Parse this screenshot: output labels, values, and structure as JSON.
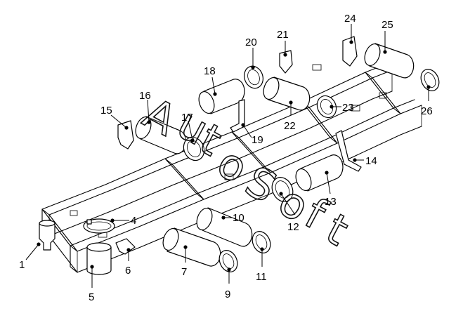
{
  "watermark": {
    "letters": [
      "A",
      "u",
      "t",
      "o",
      "S",
      "o",
      "f",
      "t"
    ]
  },
  "callouts": [
    {
      "id": "1",
      "label": "1"
    },
    {
      "id": "4",
      "label": "4"
    },
    {
      "id": "5",
      "label": "5"
    },
    {
      "id": "6",
      "label": "6"
    },
    {
      "id": "7",
      "label": "7"
    },
    {
      "id": "9",
      "label": "9"
    },
    {
      "id": "10",
      "label": "10"
    },
    {
      "id": "11",
      "label": "11"
    },
    {
      "id": "12",
      "label": "12"
    },
    {
      "id": "13",
      "label": "13"
    },
    {
      "id": "14",
      "label": "14"
    },
    {
      "id": "15",
      "label": "15"
    },
    {
      "id": "16",
      "label": "16"
    },
    {
      "id": "17",
      "label": "17"
    },
    {
      "id": "18",
      "label": "18"
    },
    {
      "id": "19",
      "label": "19"
    },
    {
      "id": "20",
      "label": "20"
    },
    {
      "id": "21",
      "label": "21"
    },
    {
      "id": "22",
      "label": "22"
    },
    {
      "id": "23",
      "label": "23"
    },
    {
      "id": "24",
      "label": "24"
    },
    {
      "id": "25",
      "label": "25"
    },
    {
      "id": "26",
      "label": "26"
    }
  ]
}
